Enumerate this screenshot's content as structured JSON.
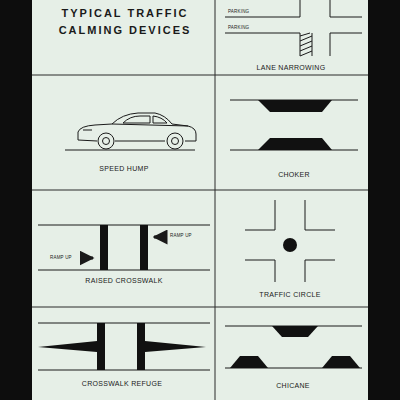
{
  "diagram": {
    "title": "TYPICAL TRAFFIC CALMING DEVICES",
    "labels": [
      "PARKING",
      "PARKING",
      "LANE NARROWING",
      "SPEED HUMP",
      "CHOKER",
      "RAMP UP",
      "RAMP UP",
      "RAISED CROSSWALK",
      "TRAFFIC CIRCLE",
      "CROSSWALK REFUGE",
      "CHICANE"
    ]
  }
}
